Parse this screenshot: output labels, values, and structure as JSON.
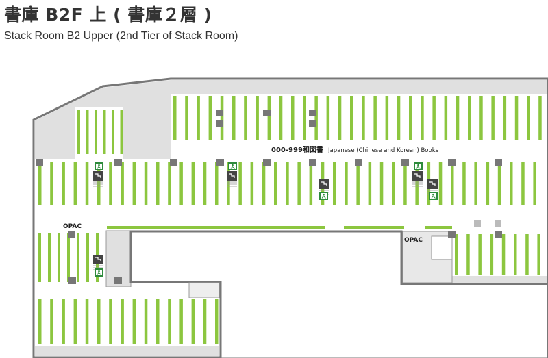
{
  "title": "書庫 B2F 上 ( 書庫２層 )",
  "subtitle": "Stack Room B2 Upper (2nd Tier of Stack Room)",
  "map": {
    "zone_label": {
      "code": "000-999",
      "name_jp": "和図書",
      "name_en": "Japanese (Chinese and Korean) Books"
    },
    "opac_labels": [
      "OPAC",
      "OPAC"
    ],
    "icons": {
      "emergency_exit": "emergency-exit-icon",
      "stairs": "stairs-icon",
      "pillar": "pillar-icon"
    },
    "colors": {
      "shelf": "#8cc63f",
      "wall": "#777777",
      "fill": "#e0e0e0",
      "pillar": "#777777",
      "exit": "#2e8b3c"
    }
  }
}
